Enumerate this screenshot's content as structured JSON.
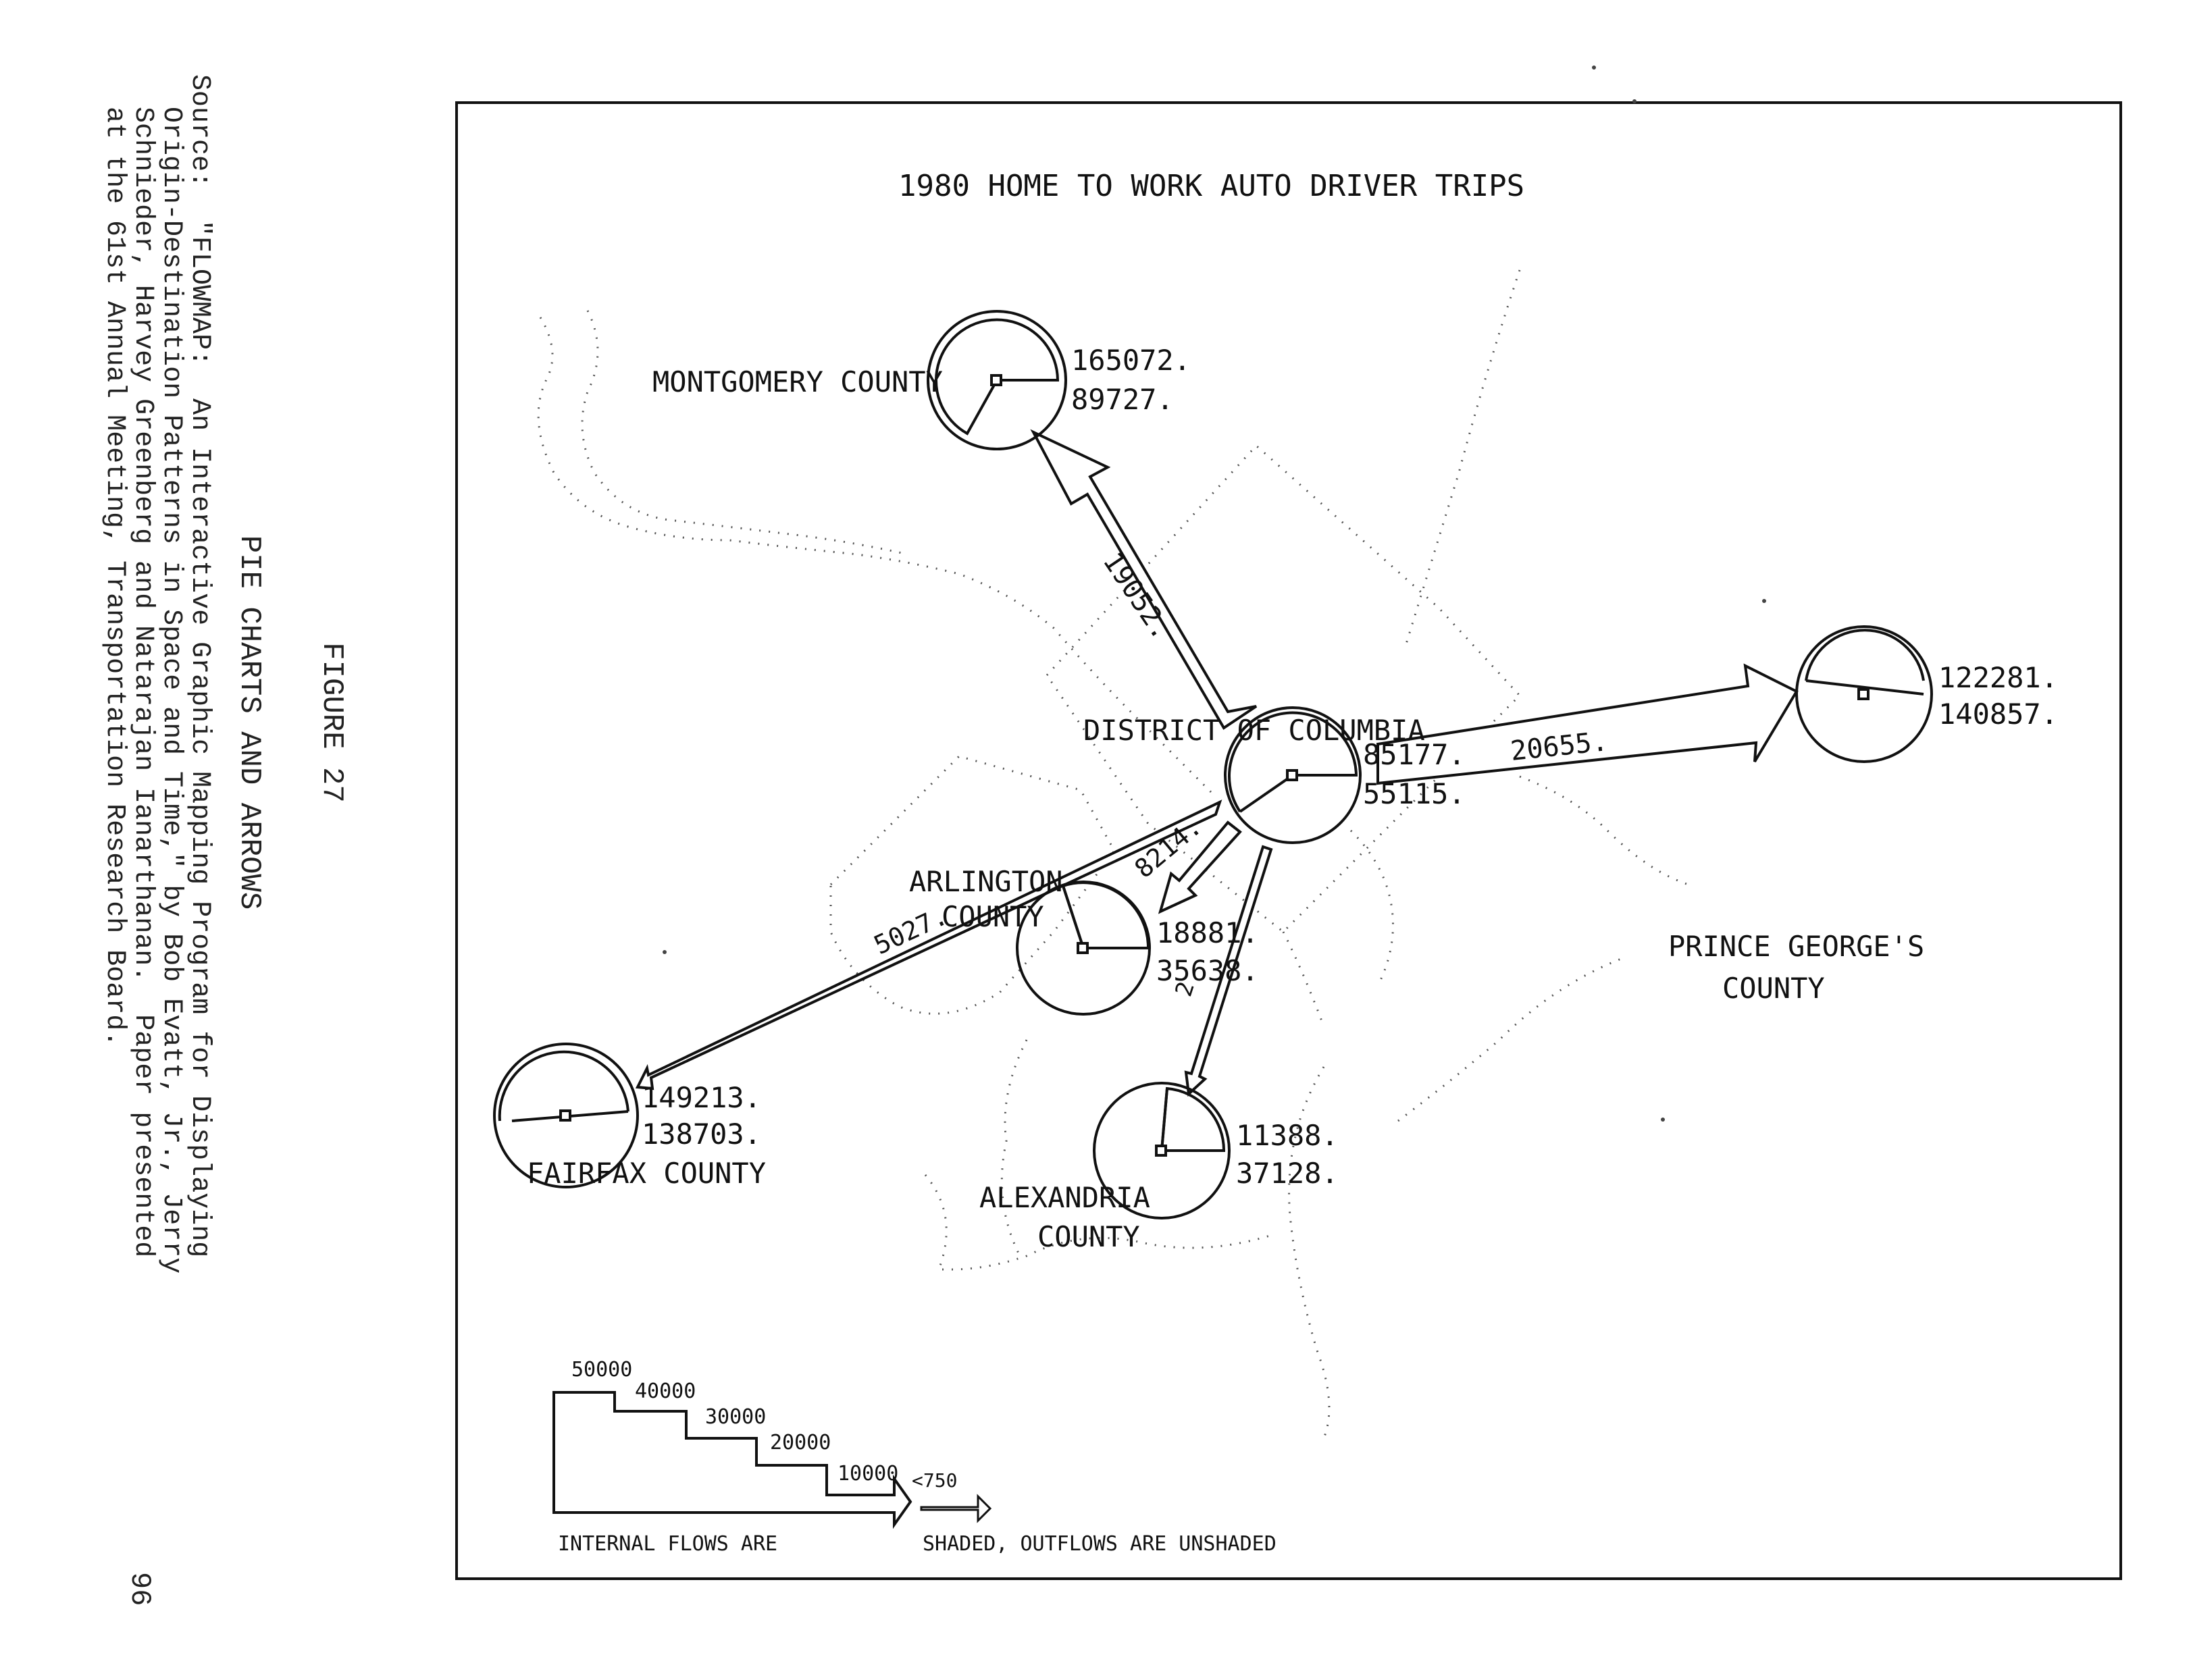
{
  "page": {
    "figure": "FIGURE 27",
    "caption": "PIE CHARTS AND ARROWS",
    "source_lines": [
      "Source:  \"FLOWMAP:  An Interactive Graphic Mapping Program for Displaying",
      "  Origin-Destination Patterns in Space and Time,\" by Bob Evatt, Jr., Jerry",
      "  Schnieder, Harvey Greenberg and Natarajan Ianarthanan.  Paper presented",
      "  at the 61st Annual Meeting, Transportation Research Board."
    ],
    "page_number": "96"
  },
  "map": {
    "title": "1980 HOME TO WORK AUTO DRIVER TRIPS",
    "counties": [
      {
        "id": "montgomery",
        "label_lines": [
          "MONTGOMERY COUNTY"
        ],
        "value1": "165072.",
        "value2": "89727."
      },
      {
        "id": "dc",
        "label_lines": [
          "DISTRICT OF COLUMBIA"
        ],
        "value1": "85177.",
        "value2": "55115."
      },
      {
        "id": "prince-georges",
        "label_lines": [
          "PRINCE GEORGE'S",
          "COUNTY"
        ],
        "value1": "122281.",
        "value2": "140857."
      },
      {
        "id": "arlington",
        "label_lines": [
          "ARLINGTON",
          "COUNTY"
        ],
        "value1": "18881.",
        "value2": "35638."
      },
      {
        "id": "fairfax",
        "label_lines": [
          "FAIRFAX COUNTY"
        ],
        "value1": "149213.",
        "value2": "138703."
      },
      {
        "id": "alexandria",
        "label_lines": [
          "ALEXANDRIA",
          "COUNTY"
        ],
        "value1": "11388.",
        "value2": "37128."
      }
    ],
    "flows": [
      {
        "from": "dc",
        "to": "montgomery",
        "label": "19052."
      },
      {
        "from": "dc",
        "to": "prince-georges",
        "label": "20655."
      },
      {
        "from": "dc",
        "to": "arlington",
        "label": "8214."
      },
      {
        "from": "dc",
        "to": "fairfax",
        "label": "5027."
      },
      {
        "from": "dc",
        "to": "alexandria",
        "label": "2"
      }
    ],
    "legend": {
      "steps": [
        "50000",
        "40000",
        "30000",
        "20000",
        "10000",
        "<750"
      ],
      "note_left": "INTERNAL FLOWS ARE",
      "note_right": "SHADED, OUTFLOWS ARE UNSHADED"
    }
  }
}
